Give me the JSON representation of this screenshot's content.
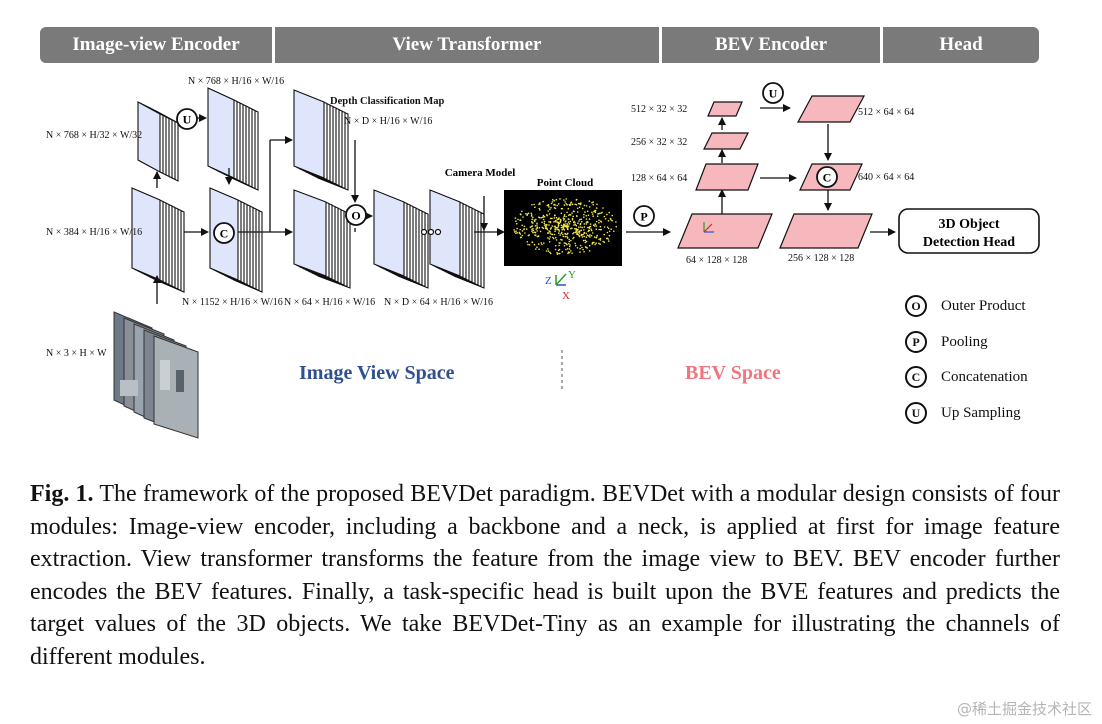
{
  "headers": {
    "image_view_encoder": "Image-view Encoder",
    "view_transformer": "View Transformer",
    "bev_encoder": "BEV Encoder",
    "head": "Head"
  },
  "labels": {
    "n768_32": "N × 768 × H/32 × W/32",
    "n768_16": "N × 768 × H/16 × W/16",
    "n384_16": "N × 384 × H/16 × W/16",
    "n3hw": "N × 3 × H × W",
    "n1152_16": "N × 1152 × H/16 × W/16",
    "n64_16": "N × 64 × H/16 × W/16",
    "nd64_16": "N × D × 64 × H/16 × W/16",
    "depth_map_title": "Depth Classification Map",
    "depth_map_dims": "N × D × H/16 × W/16",
    "camera_model": "Camera Model",
    "point_cloud": "Point Cloud",
    "axis_z": "Z",
    "axis_y": "Y",
    "axis_x": "X",
    "bev_512_32": "512 × 32 × 32",
    "bev_256_32": "256 × 32 × 32",
    "bev_128_64": "128 × 64 × 64",
    "bev_64_128": "64 × 128 × 128",
    "bev_512_64": "512 × 64 × 64",
    "bev_640_64": "640 × 64 × 64",
    "bev_256_128": "256 × 128 × 128",
    "head_box": "3D Object Detection Head",
    "op_u": "U",
    "op_c": "C",
    "op_o": "O",
    "op_p": "P"
  },
  "spaces": {
    "image_view": "Image View Space",
    "bev": "BEV Space"
  },
  "legend": [
    {
      "symbol": "O",
      "label": "Outer Product"
    },
    {
      "symbol": "P",
      "label": "Pooling"
    },
    {
      "symbol": "C",
      "label": "Concatenation"
    },
    {
      "symbol": "U",
      "label": "Up Sampling"
    }
  ],
  "caption": {
    "label": "Fig. 1.",
    "text": "The framework of the proposed BEVDet paradigm. BEVDet with a modular design consists of four modules: Image-view encoder, including a backbone and a neck, is applied at first for image feature extraction. View transformer transforms the feature from the image view to BEV. BEV encoder further encodes the BEV features. Finally, a task-specific head is built upon the BVE features and predicts the target values of the 3D objects. We take BEVDet-Tiny as an example for illustrating the channels of different modules."
  },
  "watermark": "@稀土掘金技术社区",
  "colors": {
    "header_bg": "#7a7a7a",
    "feature_fill": "#dfe6fb",
    "bev_fill": "#f6b7bd",
    "image_view_space": "#2e4f92",
    "bev_space": "#f0757f",
    "point_cloud_bg": "#000000",
    "point_cloud_points": "#f2e94a"
  }
}
